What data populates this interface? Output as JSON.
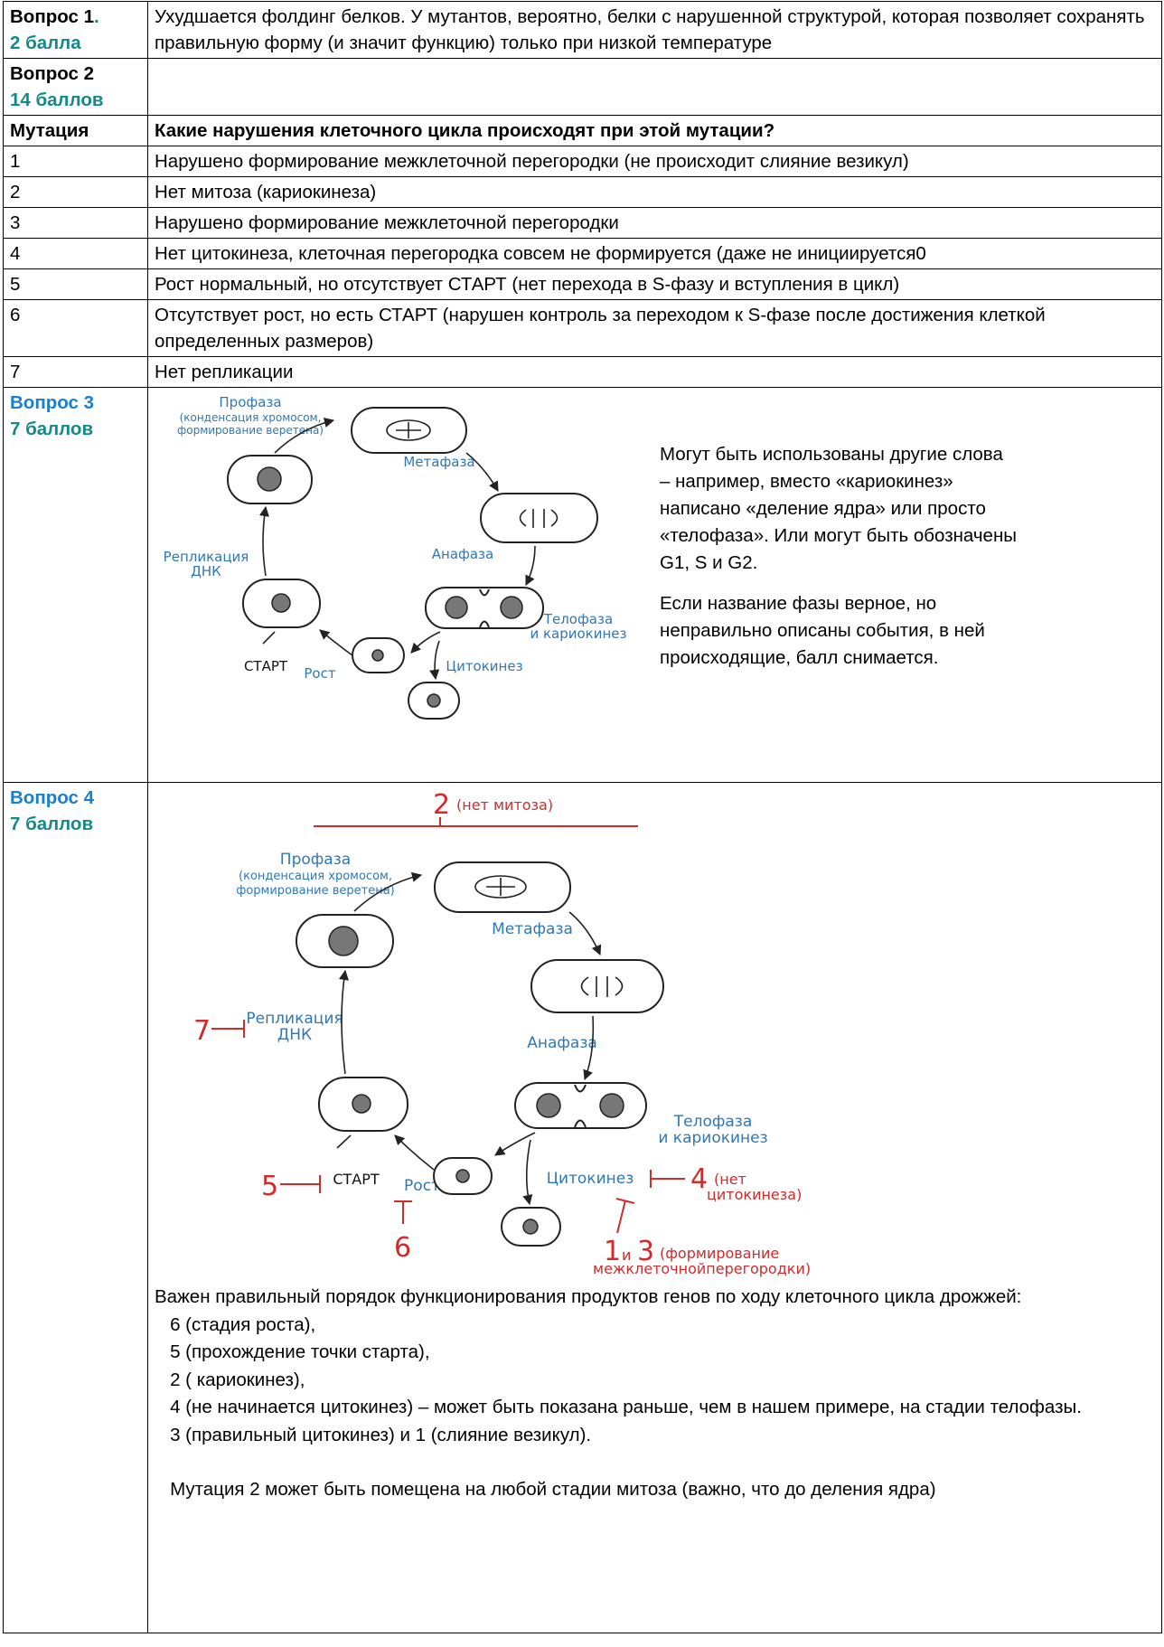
{
  "rows": [
    {
      "q_label": "Вопрос 1",
      "q_dot": ".",
      "q_points": "2 балла",
      "answer": "Ухудшается фолдинг белков. У мутантов, вероятно, белки с нарушенной структурой, которая позволяет сохранять правильную форму (и значит функцию) только при низкой температуре"
    },
    {
      "q_label": "Вопрос 2",
      "q_points": "14 баллов"
    }
  ],
  "mutation_table": {
    "header": [
      "Мутация",
      "Какие нарушения клеточного цикла происходят при этой мутации?"
    ],
    "rows": [
      {
        "num": "1",
        "text": "Нарушено формирование межклеточной перегородки (не происходит слияние везикул)"
      },
      {
        "num": "2",
        "text": "Нет митоза (кариокинеза)"
      },
      {
        "num": "3",
        "text": "Нарушено формирование межклеточной перегородки"
      },
      {
        "num": "4",
        "text": "Нет цитокинеза, клеточная перегородка совсем не формируется (даже не инициируется0"
      },
      {
        "num": "5",
        "text": "Рост нормальный, но отсутствует СТАРТ (нет перехода в S-фазу и вступления в цикл)"
      },
      {
        "num": "6",
        "text": "Отсутствует рост, но есть СТАРТ (нарушен контроль за переходом  к S-фазе после достижения клеткой определенных размеров)"
      },
      {
        "num": "7",
        "text": "Нет репликации"
      }
    ]
  },
  "q3": {
    "label": "Вопрос 3",
    "points": "7 баллов",
    "note_1": "Могут быть использованы другие слова – например, вместо «кариокинез» написано «деление ядра» или просто «телофаза». Или могут быть обозначены G1, S и G2.",
    "note_2": "Если название фазы верное, но неправильно описаны события, в ней происходящие, балл снимается."
  },
  "diagram": {
    "prophase": "Профаза",
    "prophase_sub1": "(конденсация хромосом,",
    "prophase_sub2": "формирование веретена)",
    "metaphase": "Метафаза",
    "anaphase": "Анафаза",
    "telophase1": "Телофаза",
    "telophase2": "и кариокинез",
    "cytokinesis": "Цитокинез",
    "growth": "Рост",
    "start": "СТАРТ",
    "replication1": "Репликация",
    "replication2": "ДНК"
  },
  "q4": {
    "label": "Вопрос 4",
    "points": "7 баллов",
    "mut2_num": "2",
    "mut2_text": "(нет митоза)",
    "mut7": "7",
    "mut5": "5",
    "mut6": "6",
    "mut4_num": "4",
    "mut4_text1": "(нет",
    "mut4_text2": "цитокинеза)",
    "mut13_a": "1",
    "mut13_and": "и",
    "mut13_b": "3",
    "mut13_text1": "(формирование",
    "mut13_text2": "межклеточнойперегородки)",
    "text_lines": [
      "Важен правильный порядок   функционирования  продуктов генов по ходу клеточного цикла дрожжей:",
      "   6 (стадия роста),",
      "   5 (прохождение точки старта),",
      "   2 ( кариокинез),",
      "   4 (не начинается цитокинез) – может быть показана раньше, чем в нашем примере, на стадии телофазы.",
      "   3 (правильный цитокинез) и 1 (слияние везикул).",
      "",
      "   Мутация 2 может быть помещена на любой стадии митоза (важно, что до деления ядра)"
    ]
  },
  "colors": {
    "teal": "#138a8a",
    "blue": "#1a7fcf",
    "diagram_label": "#2f78b5",
    "annotation_red": "#d42a2a"
  }
}
